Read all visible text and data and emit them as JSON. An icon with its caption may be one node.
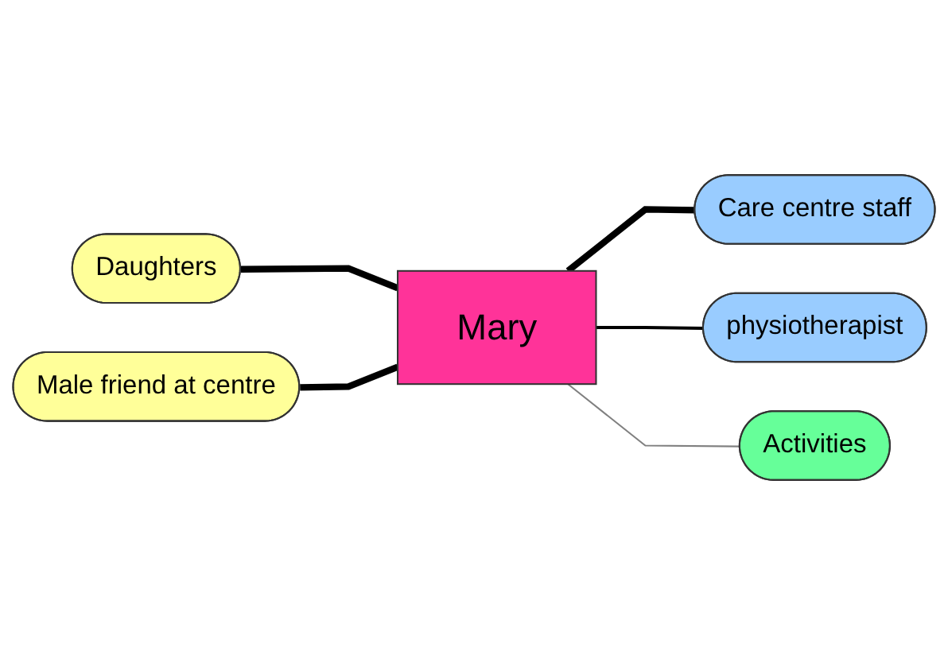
{
  "diagram": {
    "nodes": [
      {
        "text": [
          "Mary"
        ]
      },
      {
        "text": [
          "Daughters"
        ]
      },
      {
        "text": [
          "Care centre staff"
        ]
      },
      {
        "text": [
          "Male friend at centre"
        ]
      },
      {
        "text": [
          "physiotherapist"
        ]
      },
      {
        "text": [
          "Activities"
        ]
      }
    ],
    "edges": [
      {
        "from": 1,
        "to": 0,
        "arrow": "none"
      },
      {
        "from": 0,
        "to": 2,
        "arrow": "none"
      },
      {
        "from": 3,
        "to": 0,
        "arrow": "none"
      },
      {
        "from": 0,
        "to": 4,
        "arrow": "none"
      },
      {
        "from": 0,
        "to": 5,
        "arrow": "none",
        "color": "#808080"
      }
    ]
  }
}
